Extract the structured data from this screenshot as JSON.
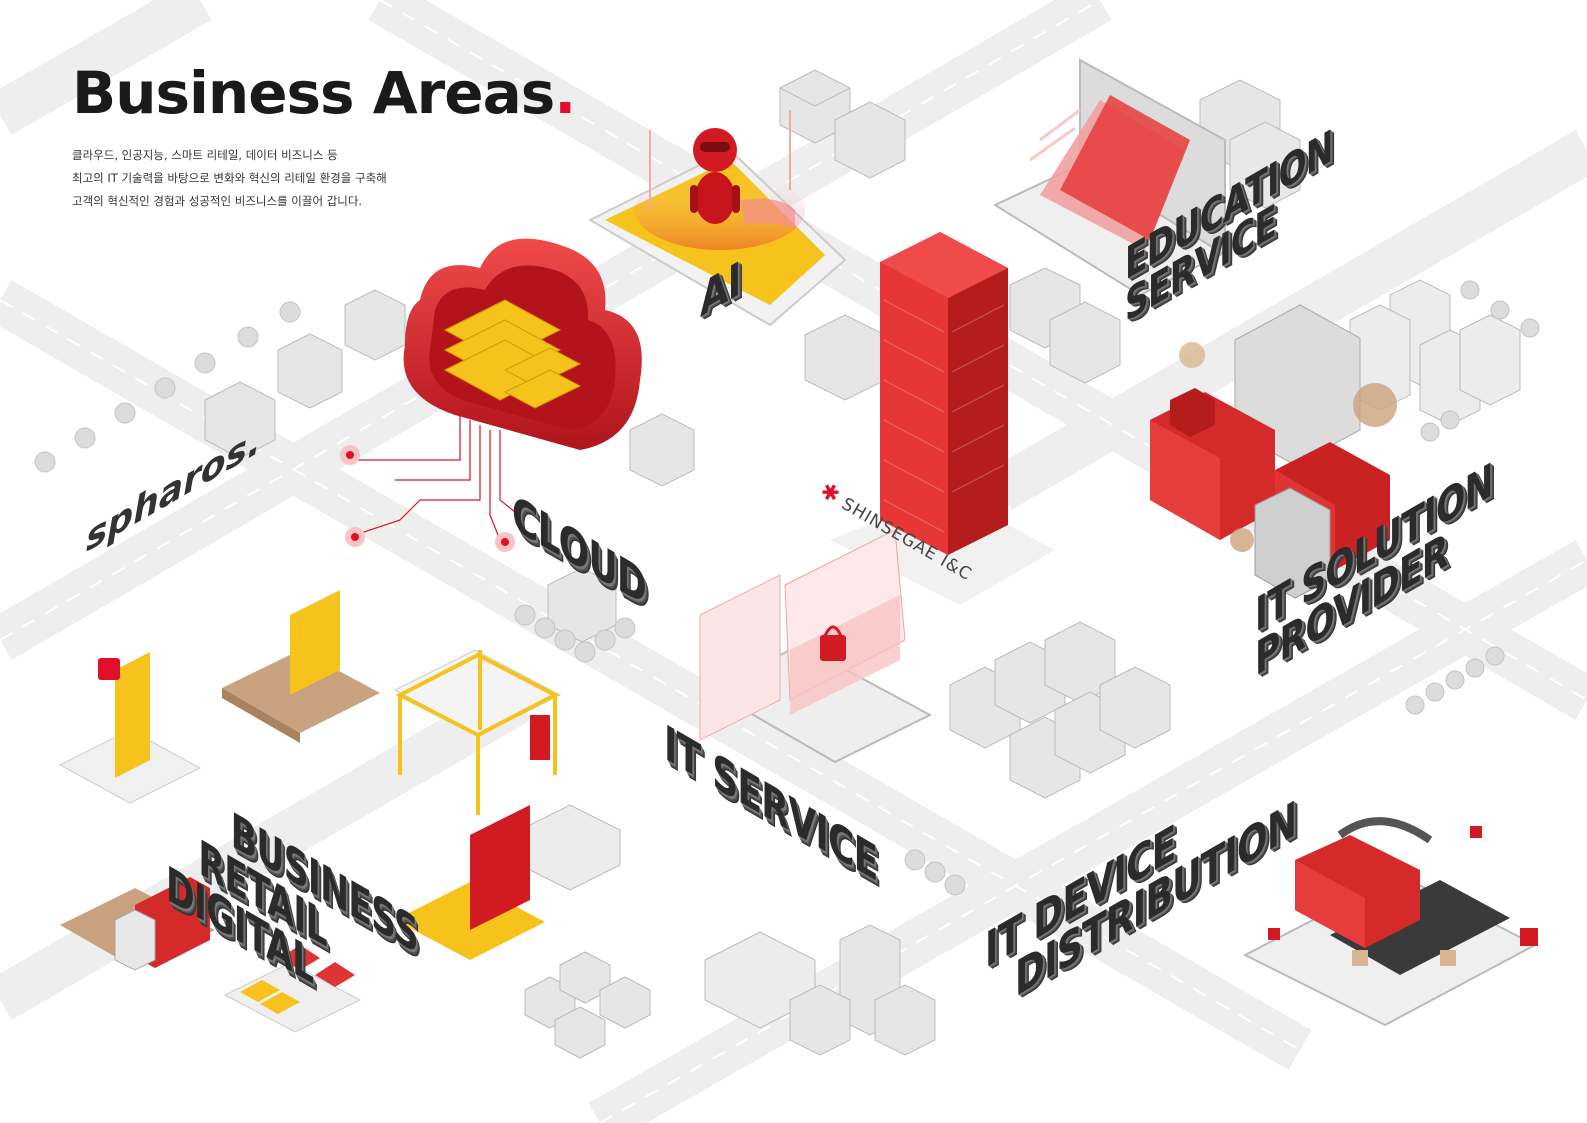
{
  "header": {
    "title": "Business Areas",
    "title_dot": ".",
    "description": [
      "클라우드, 인공지능, 스마트 리테일, 데이터 비즈니스 등",
      "최고의 IT 기술력을 바탕으로 변화와 혁신의 리테일 환경을 구축해",
      "고객의 혁신적인 경험과 성공적인 비즈니스를 이끌어 갑니다."
    ]
  },
  "areas": {
    "ai": [
      "AI"
    ],
    "cloud": [
      "CLOUD"
    ],
    "education": [
      "EDUCATION",
      "SERVICE"
    ],
    "it_solution": [
      "IT SOLUTION",
      "PROVIDER"
    ],
    "it_service": [
      "IT SERVICE"
    ],
    "digital_retail": [
      "BUSINESS",
      "RETAIL",
      "DIGITAL"
    ],
    "it_device": [
      "IT DEVICE",
      "DISTRIBUTION"
    ]
  },
  "logos": {
    "spharos": "spharos.",
    "shinsegae": "SHINSEGAE I&C"
  },
  "colors": {
    "accent_red": "#e0102a",
    "tower_red": "#d42a2a",
    "accent_yellow": "#f6c21c",
    "road": "#ededed",
    "building": "#e4e4e4",
    "label_dark": "#2b2b2b"
  },
  "icons": {
    "ai": "robot-icon",
    "cloud": "cloud-server-icon",
    "education": "laptop-book-icon",
    "it_solution": "server-block-icon",
    "it_service": "secure-screen-icon",
    "it_device": "vr-headset-icon",
    "retail": "delivery-truck-icon",
    "hq": "tower-icon"
  }
}
